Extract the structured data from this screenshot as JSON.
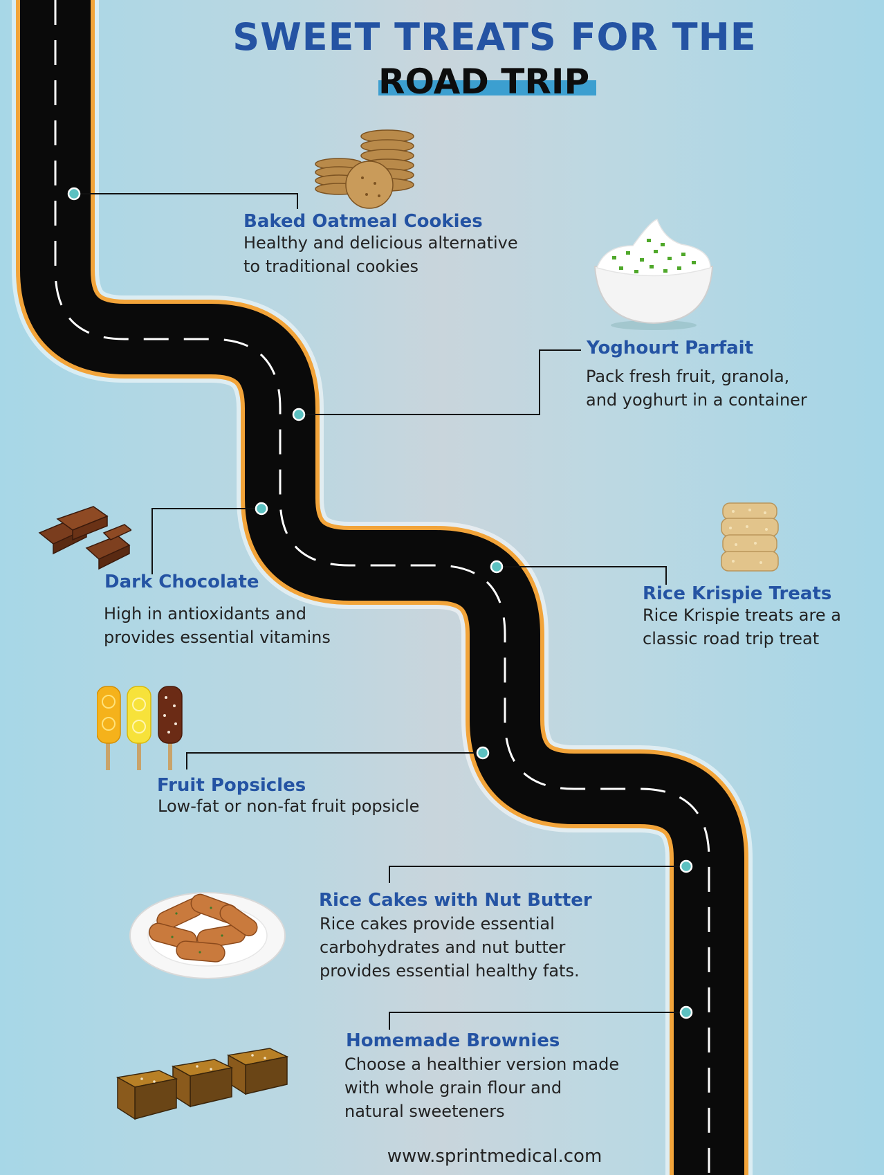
{
  "title": {
    "line1": "SWEET TREATS FOR THE",
    "line2": "ROAD TRIP"
  },
  "treats": [
    {
      "name": "Baked Oatmeal Cookies",
      "description": [
        "Healthy and delicious alternative",
        "to traditional cookies"
      ],
      "icon": "cookies-image"
    },
    {
      "name": "Yoghourt Parfait",
      "description": [
        "Pack fresh fruit, granola,",
        "and yoghurt in a container"
      ],
      "icon": "yoghurt-bowl-image"
    },
    {
      "name": "Dark Chocolate",
      "description": [
        "High in antioxidants and",
        "provides essential vitamins"
      ],
      "icon": "chocolate-image"
    },
    {
      "name": "Rice Krispie Treats",
      "description": [
        "Rice Krispie treats are a",
        "classic road trip treat"
      ],
      "icon": "rice-krispie-image"
    },
    {
      "name": "Fruit Popsicles",
      "description": [
        "Low-fat or non-fat fruit popsicle"
      ],
      "icon": "popsicles-image"
    },
    {
      "name": "Rice Cakes with Nut Butter",
      "description": [
        "Rice cakes provide essential",
        "carbohydrates and nut butter",
        "provides essential healthy fats."
      ],
      "icon": "rice-cakes-plate-image"
    },
    {
      "name": "Homemade Brownies",
      "description": [
        "Choose a healthier version made",
        "with whole grain flour and",
        "natural sweeteners"
      ],
      "icon": "brownies-image"
    }
  ],
  "footer": {
    "url": "www.sprintmedical.com"
  },
  "colors": {
    "heading": "#2453a3",
    "road": "#0a0a0a",
    "road_edge": "#f2a43a",
    "marker": "#5cc1c1",
    "title_highlight": "#3c9fd0"
  }
}
